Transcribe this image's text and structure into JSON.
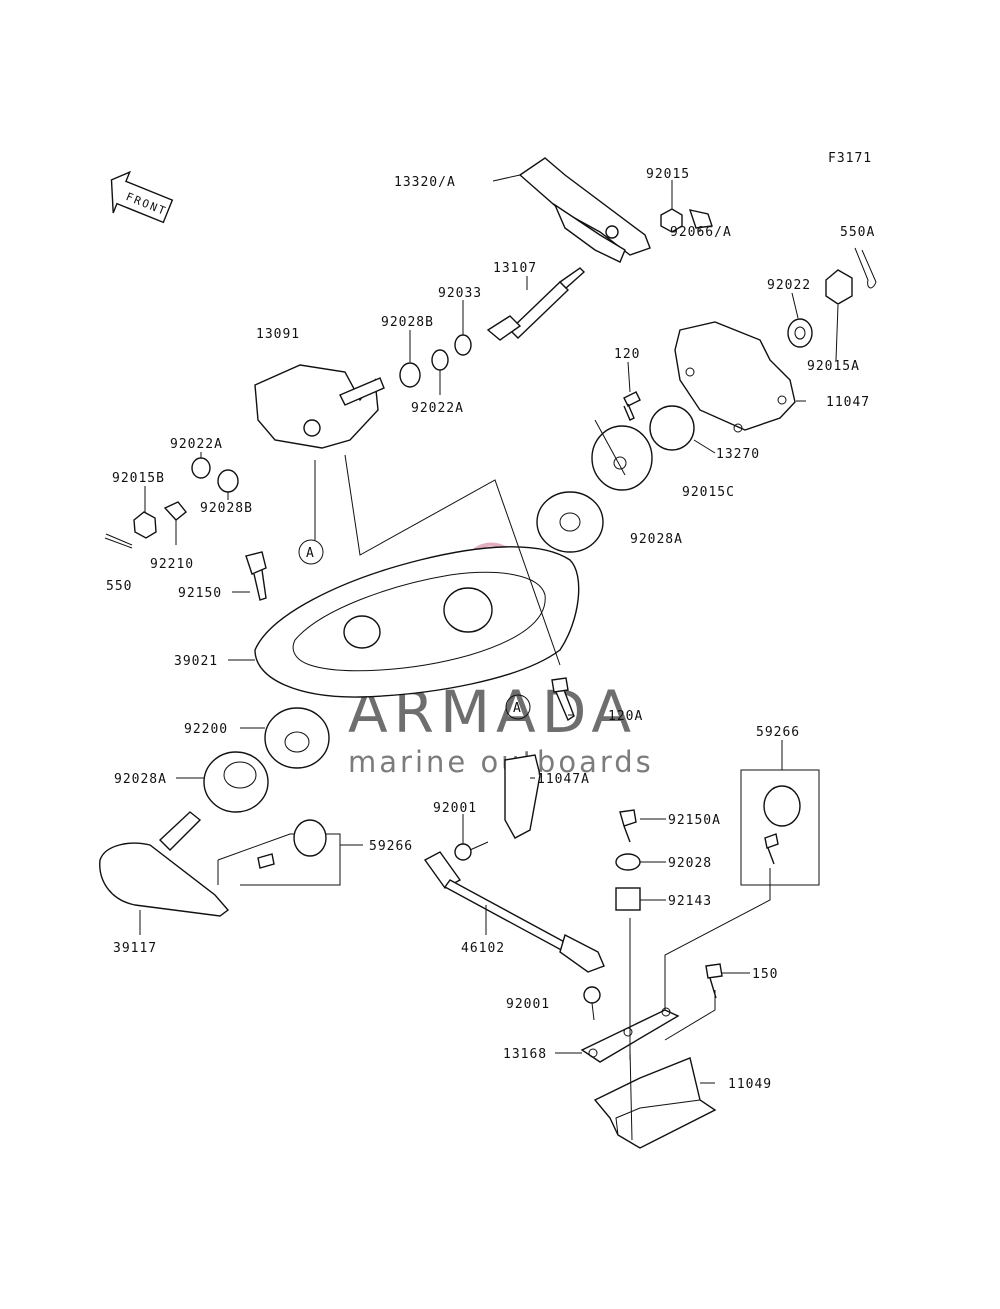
{
  "figure_code": "F3171",
  "front_arrow_text": "FRONT",
  "watermark": {
    "title": "ARMADA",
    "subtitle": "marine outboards",
    "accent_color": "#e0a0b8",
    "text_color": "#555555"
  },
  "ref_marker": "A",
  "parts": {
    "p13320A": "13320/A",
    "p92015": "92015",
    "p92066A": "92066/A",
    "p550A": "550A",
    "p13107": "13107",
    "p92033": "92033",
    "p92022": "92022",
    "p92015A": "92015A",
    "p13091": "13091",
    "p92028B_top": "92028B",
    "p92022A_top": "92022A",
    "p120": "120",
    "p11047": "11047",
    "p13270": "13270",
    "p92022A_left": "92022A",
    "p92015B": "92015B",
    "p92028B_left": "92028B",
    "p92015C": "92015C",
    "p92210": "92210",
    "p550": "550",
    "p92028A_right": "92028A",
    "p92150": "92150",
    "p39021": "39021",
    "p120A": "120A",
    "p92200": "92200",
    "p59266_right": "59266",
    "p92028A_left": "92028A",
    "p11047A": "11047A",
    "p92001_top": "92001",
    "p92150A": "92150A",
    "p59266_left": "59266",
    "p92028": "92028",
    "p92143": "92143",
    "p39117": "39117",
    "p46102": "46102",
    "p150": "150",
    "p92001_bottom": "92001",
    "p13168": "13168",
    "p11049": "11049"
  }
}
